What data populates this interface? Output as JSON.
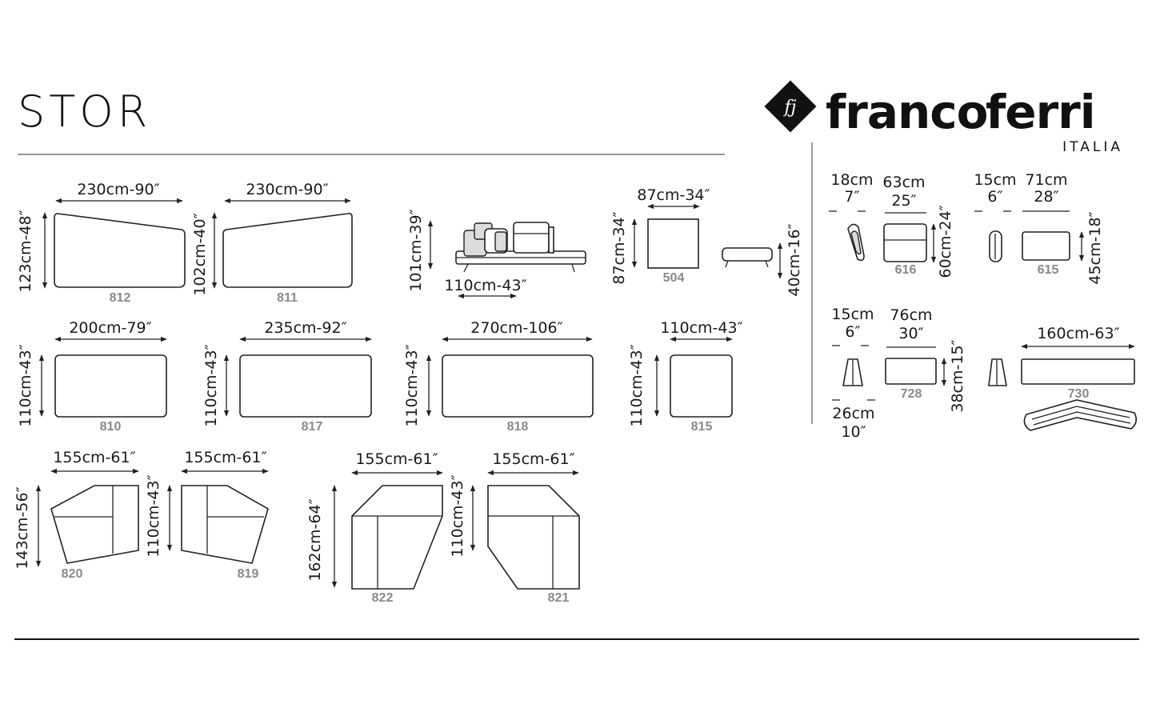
{
  "title": "STOR",
  "brand": {
    "name_left": "franco",
    "name_right": "ferri",
    "subtitle": "ITALIA",
    "monogram": "fj",
    "logo_icon": "diamond-monogram-icon"
  },
  "modules": {
    "m812": {
      "code": "812",
      "width": "230cm-90″",
      "depth": "123cm-48″"
    },
    "m811": {
      "code": "811",
      "width": "230cm-90″",
      "depth": "102cm-40″"
    },
    "sofa_side": {
      "height": "101cm-39″",
      "seat": "110cm-43″"
    },
    "m504": {
      "code": "504",
      "width": "87cm-34″",
      "depth": "87cm-34″",
      "height": "40cm-16″"
    },
    "m810": {
      "code": "810",
      "width": "200cm-79″",
      "depth": "110cm-43″"
    },
    "m817": {
      "code": "817",
      "width": "235cm-92″",
      "depth": "110cm-43″"
    },
    "m818": {
      "code": "818",
      "width": "270cm-106″",
      "depth": "110cm-43″"
    },
    "m815": {
      "code": "815",
      "width": "110cm-43″",
      "depth": "110cm-43″"
    },
    "m820": {
      "code": "820",
      "width": "155cm-61″",
      "depth": "143cm-56″"
    },
    "m819": {
      "code": "819",
      "width": "155cm-61″",
      "depth": "110cm-43″"
    },
    "m822": {
      "code": "822",
      "width": "155cm-61″",
      "depth": "162cm-64″"
    },
    "m821": {
      "code": "821",
      "width": "155cm-61″",
      "depth": "110cm-43″"
    },
    "m616": {
      "code": "616",
      "thickness_cm": "18cm",
      "thickness_in": "7″",
      "width_cm": "63cm",
      "width_in": "25″",
      "height": "60cm-24″"
    },
    "m615": {
      "code": "615",
      "thickness_cm": "15cm",
      "thickness_in": "6″",
      "width_cm": "71cm",
      "width_in": "28″",
      "height": "45cm-18″"
    },
    "m728": {
      "code": "728",
      "top_cm": "15cm",
      "top_in": "6″",
      "width_cm": "76cm",
      "width_in": "30″",
      "height": "38cm-15″",
      "bottom_cm": "26cm",
      "bottom_in": "10″"
    },
    "m730": {
      "code": "730",
      "width": "160cm-63″"
    }
  },
  "colors": {
    "line": "#222222",
    "code": "#8a8a8a",
    "cushion": "#dcdcdc"
  }
}
